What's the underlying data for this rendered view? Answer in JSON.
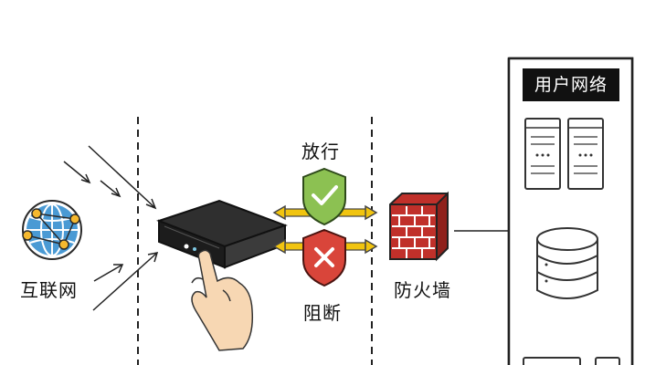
{
  "labels": {
    "internet": "互联网",
    "pass": "放行",
    "block": "阻断",
    "firewall": "防火墙",
    "user_network": "用户网络"
  },
  "icons": {
    "internet": "globe-icon",
    "device": "network-device-icon",
    "hand": "pointing-hand-icon",
    "pass": "check-shield-icon",
    "block": "cross-shield-icon",
    "firewall": "brick-wall-icon",
    "server": "server-tower-icon",
    "database": "database-icon"
  },
  "colors": {
    "pass_shield": "#8cc152",
    "block_shield": "#d9453a",
    "firewall": "#c0302a",
    "arrow": "#f1c40f",
    "globe": "#3f8fc7",
    "node": "#f5b82e",
    "device_top": "#2f2f2f"
  }
}
